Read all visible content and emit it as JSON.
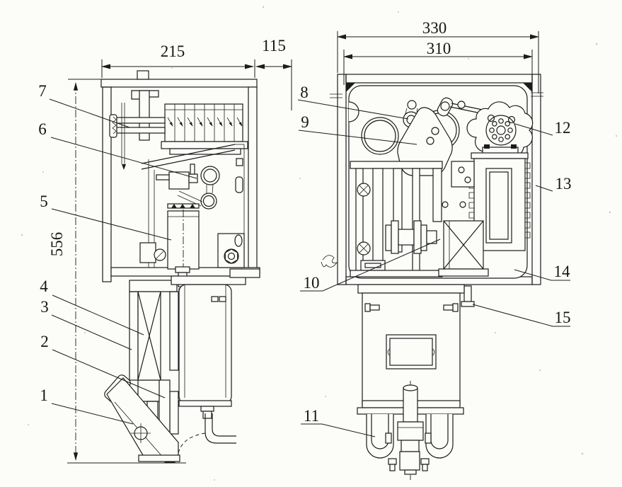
{
  "drawing": {
    "kind": "engineering two-view assembly drawing",
    "dimensions": {
      "top_width": "215",
      "top_offset": "115",
      "left_height": "556",
      "outer_width": "330",
      "inner_width": "310"
    },
    "callouts": [
      {
        "label": "1"
      },
      {
        "label": "2"
      },
      {
        "label": "3"
      },
      {
        "label": "4"
      },
      {
        "label": "5"
      },
      {
        "label": "6"
      },
      {
        "label": "7"
      },
      {
        "label": "8"
      },
      {
        "label": "9"
      },
      {
        "label": "10"
      },
      {
        "label": "11"
      },
      {
        "label": "12"
      },
      {
        "label": "13"
      },
      {
        "label": "14"
      },
      {
        "label": "15"
      }
    ]
  }
}
